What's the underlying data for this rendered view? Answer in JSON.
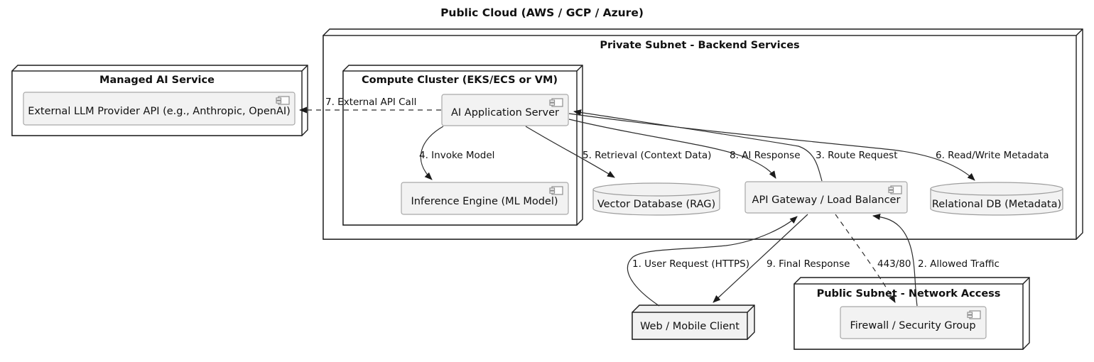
{
  "diagram": {
    "title": "Public Cloud (AWS / GCP / Azure)",
    "colors": {
      "background": "#ffffff",
      "node_fill": "#ffffff",
      "node_border": "#1c1c1c",
      "component_fill": "#f2f2f2",
      "component_border": "#a8a8a8",
      "edge": "#2b2b2b",
      "text": "#111111"
    },
    "nodes": {
      "private_subnet": {
        "label": "Private Subnet - Backend Services"
      },
      "managed_ai": {
        "label": "Managed AI Service"
      },
      "compute_cluster": {
        "label": "Compute Cluster (EKS/ECS or VM)"
      },
      "public_subnet": {
        "label": "Public Subnet - Network Access"
      },
      "web_client": {
        "label": "Web / Mobile Client"
      }
    },
    "components": {
      "llm_api": {
        "label": "External LLM Provider API (e.g., Anthropic, OpenAI)"
      },
      "app_server": {
        "label": "AI Application Server"
      },
      "inference_engine": {
        "label": "Inference Engine (ML Model)"
      },
      "api_gateway": {
        "label": "API Gateway / Load Balancer"
      },
      "firewall": {
        "label": "Firewall / Security Group"
      }
    },
    "databases": {
      "vector_db": {
        "label": "Vector Database (RAG)"
      },
      "relational_db": {
        "label": "Relational DB (Metadata)"
      }
    },
    "edges": {
      "user_request": {
        "label": "1. User Request (HTTPS)",
        "style": "solid"
      },
      "allowed_traffic": {
        "label": "2. Allowed Traffic",
        "style": "solid"
      },
      "route_request": {
        "label": "3. Route Request",
        "style": "solid"
      },
      "invoke_model": {
        "label": "4. Invoke Model",
        "style": "solid"
      },
      "retrieval": {
        "label": "5. Retrieval (Context Data)",
        "style": "solid"
      },
      "read_write_metadata": {
        "label": "6. Read/Write Metadata",
        "style": "solid"
      },
      "external_api_call": {
        "label": "7. External API Call",
        "style": "dashed"
      },
      "ai_response": {
        "label": "8. AI Response",
        "style": "solid"
      },
      "final_response": {
        "label": "9. Final Response",
        "style": "solid"
      },
      "port": {
        "label": "443/80",
        "style": "dashed"
      }
    }
  }
}
